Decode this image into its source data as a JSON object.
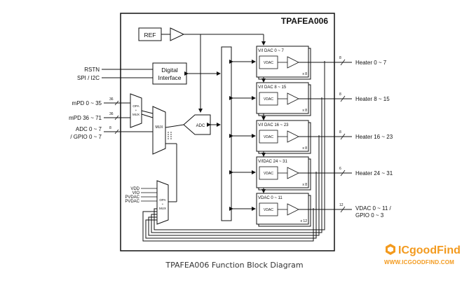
{
  "title": "TPAFEA006",
  "caption": "TPAFEA006 Function Block Diagram",
  "blocks": {
    "ref": "REF",
    "digital_interface": [
      "Digital",
      "Interface"
    ],
    "adc": "ADC",
    "mux": "MUX",
    "opa_mux": [
      "OPA",
      "+",
      "MUX"
    ],
    "vdac": "VDAC"
  },
  "inputs": {
    "rstn": "RSTN",
    "spi_i2c": "SPI / I2C",
    "mpd_0_35": "mPD 0 ~ 35",
    "mpd_36_71": "mPD 36 ~ 71",
    "adc_gpio": [
      "ADC 0 ~ 7",
      "/ GPIO 0 ~ 7"
    ],
    "supplies": [
      "VDD",
      "VIO",
      "PVDAC",
      "PVDAC"
    ]
  },
  "bus_widths": {
    "mpd_0_35": "36",
    "mpd_36_71": "36",
    "adc_gpio": "8",
    "heater_0_7": "8",
    "heater_8_15": "8",
    "heater_16_23": "8",
    "heater_24_31": "6",
    "vdac_gpio": "12"
  },
  "dac_groups": [
    {
      "label": "V/I DAC 0 ~ 7",
      "count": "x 8",
      "output": "Heater 0 ~ 7"
    },
    {
      "label": "V/I DAC 8 ~ 15",
      "count": "x 8",
      "output": "Heater 8 ~ 15"
    },
    {
      "label": "V/I DAC 16 ~ 23",
      "count": "x 8",
      "output": "Heater 16 ~ 23"
    },
    {
      "label": "V/IDAC 24 ~ 31",
      "count": "x 8",
      "output": "Heater 24 ~ 31"
    },
    {
      "label": "VDAC 0 ~ 11",
      "count": "x 12",
      "output": [
        "VDAC 0 ~ 11 /",
        "GPIO 0 ~ 3"
      ]
    }
  ],
  "logo": {
    "name": "ICgoodFind",
    "url": "WWW.ICGOODFIND.COM",
    "accent": "#f39a1e"
  }
}
